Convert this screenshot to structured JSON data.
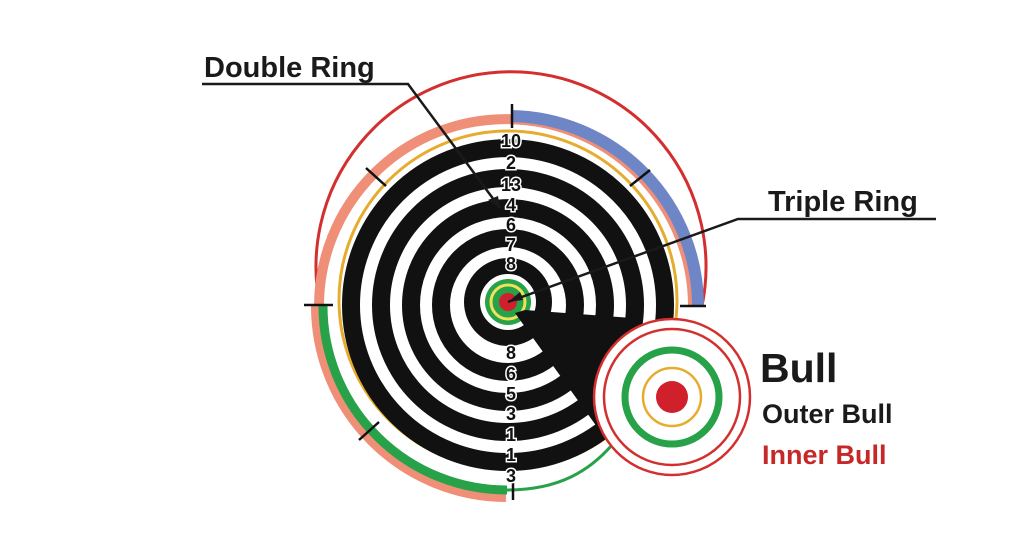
{
  "labels": {
    "double_ring": "Double Ring",
    "triple_ring": "Triple Ring",
    "bull": "Bull",
    "outer_bull": "Outer Bull",
    "inner_bull": "Inner Bull"
  },
  "upper_numbers": [
    "10",
    "2",
    "13",
    "4",
    "6",
    "7",
    "8"
  ],
  "lower_numbers": [
    "8",
    "6",
    "5",
    "3",
    "1",
    "1",
    "3"
  ],
  "colors": {
    "ring_black": "#111111",
    "outer_red": "#d32f2f",
    "salmon": "#ef8f78",
    "blue": "#6f86c6",
    "green": "#27a249",
    "gold": "#e6ac2e",
    "bull_red": "#d0202b",
    "text": "#1a1a1a",
    "inner_bull_text": "#c62828"
  }
}
